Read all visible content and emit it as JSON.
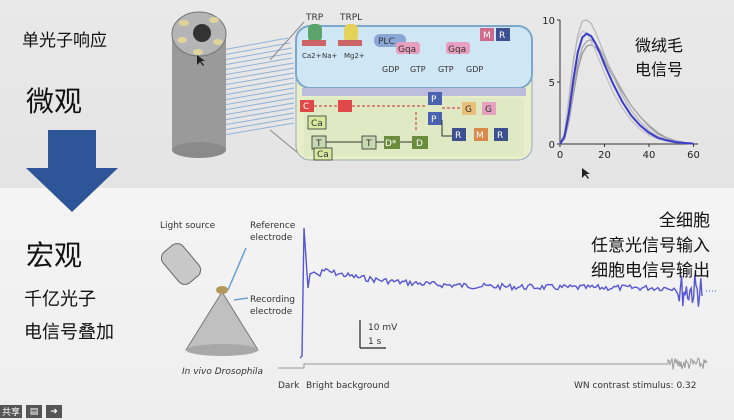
{
  "left": {
    "single_photon": "单光子响应",
    "micro": "微观",
    "macro": "宏观",
    "billion": "千亿光子",
    "summation": "电信号叠加"
  },
  "microvilli_label_line1": "微绒毛",
  "microvilli_label_line2": "电信号",
  "right_text": {
    "line1": "全细胞",
    "line2": "任意光信号输入",
    "line3": "细胞电信号输出"
  },
  "pathway": {
    "labels": [
      "TRP",
      "TRPL",
      "PLC",
      "Gqa",
      "M",
      "R",
      "GDP",
      "GTP",
      "GTP",
      "GDP",
      "C",
      "Ca",
      "T",
      "D*",
      "D",
      "P",
      "G",
      "R",
      "M",
      "R",
      "Ca"
    ],
    "ions": [
      "Ca2+",
      "Na+",
      "Mg2+"
    ]
  },
  "setup": {
    "light_source": "Light source",
    "reference": "Reference",
    "reference2": "electrode",
    "recording": "Recording",
    "recording2": "electrode",
    "in_vivo": "In vivo Drosophila"
  },
  "recording": {
    "scale_mv": "10 mV",
    "scale_s": "1 s",
    "dark": "Dark",
    "bright": "Bright background",
    "wn": "WN contrast stimulus: 0.32",
    "trace_color": "#5656d6"
  },
  "toolbar": {
    "share": "共享"
  },
  "chart_data": {
    "type": "line",
    "x_ticks": [
      0,
      20,
      40,
      60
    ],
    "y_ticks": [
      0,
      5,
      10
    ],
    "xlim": [
      0,
      62
    ],
    "ylim": [
      0,
      10
    ],
    "series": [
      {
        "x": [
          0,
          2,
          4,
          6,
          8,
          10,
          12,
          14,
          16,
          18,
          20,
          24,
          28,
          32,
          36,
          40,
          44,
          48,
          52,
          56,
          60
        ],
        "values": [
          0,
          0.6,
          2.5,
          5.2,
          7.4,
          8.6,
          8.9,
          8.7,
          8.1,
          7.3,
          6.4,
          4.8,
          3.4,
          2.3,
          1.5,
          0.9,
          0.5,
          0.3,
          0.15,
          0.08,
          0.03
        ],
        "color": "#3a3ad0"
      },
      {
        "x": [
          0,
          2,
          4,
          6,
          8,
          10,
          12,
          14,
          16,
          18,
          20,
          24,
          28,
          32,
          36,
          40,
          44,
          48,
          52,
          56,
          60
        ],
        "values": [
          0,
          0.8,
          3.4,
          6.6,
          8.8,
          9.9,
          10,
          9.7,
          9.0,
          8.1,
          7.2,
          5.4,
          3.9,
          2.7,
          1.8,
          1.1,
          0.6,
          0.35,
          0.18,
          0.08,
          0.04
        ],
        "color": "#b8b8b8"
      },
      {
        "x": [
          0,
          2,
          4,
          6,
          8,
          10,
          12,
          14,
          16,
          18,
          20,
          24,
          28,
          32,
          36,
          40,
          44,
          48,
          52,
          56,
          60
        ],
        "values": [
          0,
          0.5,
          2.0,
          4.3,
          6.5,
          7.8,
          8.3,
          8.4,
          8.1,
          7.6,
          7.0,
          5.6,
          4.3,
          3.1,
          2.2,
          1.4,
          0.8,
          0.45,
          0.22,
          0.1,
          0.04
        ],
        "color": "#a8a8a8"
      },
      {
        "x": [
          0,
          2,
          4,
          6,
          8,
          10,
          12,
          14,
          16,
          18,
          20,
          24,
          28,
          32,
          36,
          40,
          44,
          48,
          52,
          56,
          60
        ],
        "values": [
          0,
          0.9,
          3.8,
          6.9,
          8.5,
          9.1,
          8.9,
          8.3,
          7.5,
          6.6,
          5.7,
          4.1,
          2.9,
          1.9,
          1.2,
          0.7,
          0.4,
          0.2,
          0.1,
          0.05,
          0.02
        ],
        "color": "#c4c4c4"
      },
      {
        "x": [
          0,
          2,
          4,
          6,
          8,
          10,
          12,
          14,
          16,
          18,
          20,
          24,
          28,
          32,
          36,
          40,
          44,
          48,
          52,
          56,
          60
        ],
        "values": [
          0,
          0.4,
          1.8,
          4.0,
          6.0,
          7.3,
          7.9,
          8.0,
          7.8,
          7.3,
          6.7,
          5.4,
          4.2,
          3.1,
          2.2,
          1.5,
          0.9,
          0.5,
          0.25,
          0.12,
          0.05
        ],
        "color": "#9a9a9a"
      }
    ]
  }
}
